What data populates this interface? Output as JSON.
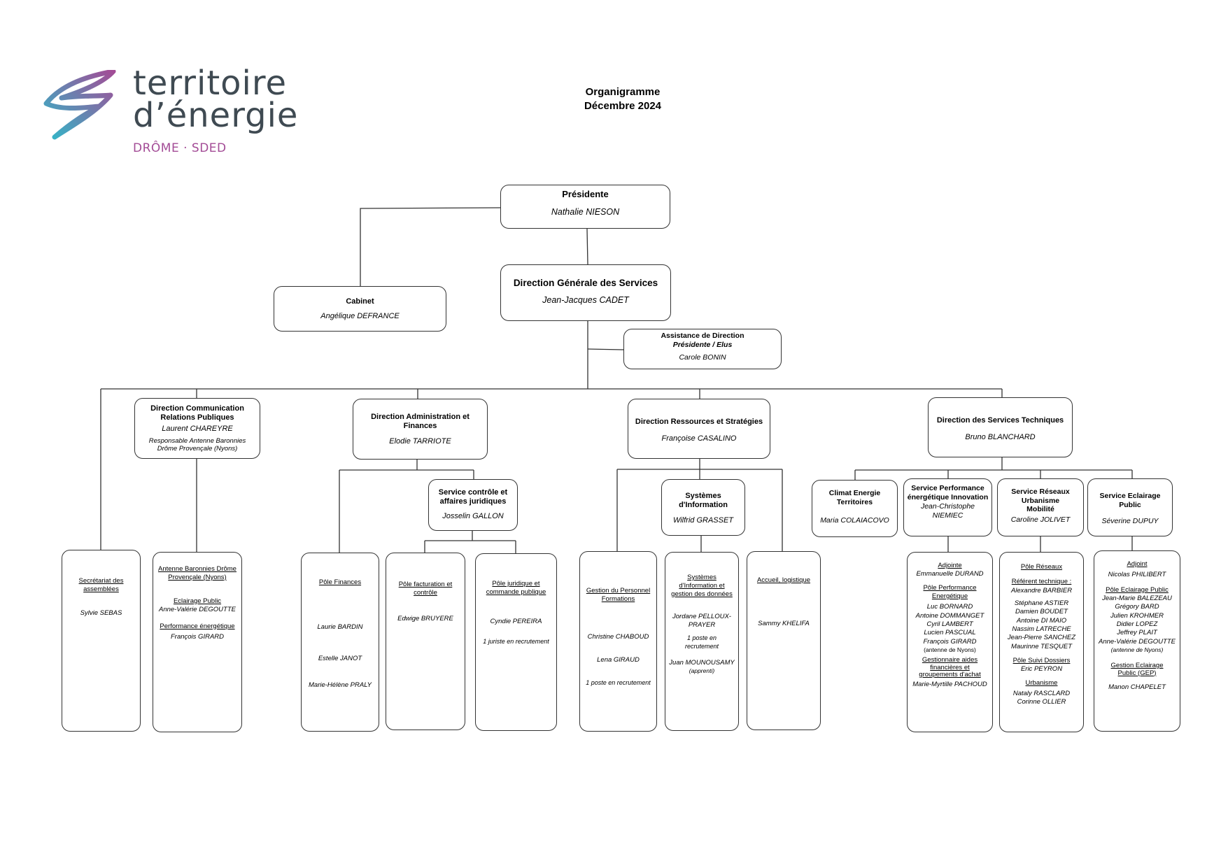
{
  "logo": {
    "line1": "territoire",
    "line2": "d’énergie",
    "sub": "DRÔME · SDED",
    "colors": {
      "text": "#3f4a52",
      "accent_purple": "#a34c96",
      "accent_teal": "#32b7c8"
    }
  },
  "header": {
    "title": "Organigramme",
    "date": "Décembre 2024"
  },
  "president": {
    "title": "Présidente",
    "name": "Nathalie NIESON"
  },
  "cabinet": {
    "title": "Cabinet",
    "name": "Angélique DEFRANCE"
  },
  "dgs": {
    "title": "Direction Générale des Services",
    "name": "Jean-Jacques CADET"
  },
  "assistance": {
    "title1": "Assistance de Direction",
    "title2": "Présidente / Elus",
    "name": "Carole BONIN"
  },
  "dir_comm": {
    "title": "Direction Communication Relations Publiques",
    "name": "Laurent CHAREYRE",
    "note": "Responsable Antenne Baronnies Drôme Provençale (Nyons)"
  },
  "dir_admin": {
    "title": "Direction Administration et Finances",
    "name": "Elodie TARRIOTE"
  },
  "dir_ress": {
    "title": "Direction Ressources et Stratégies",
    "name": "Françoise CASALINO"
  },
  "dir_tech": {
    "title": "Direction des Services Techniques",
    "name": "Bruno BLANCHARD"
  },
  "svc_juridique": {
    "title": "Service contrôle et affaires juridiques",
    "name": "Josselin GALLON"
  },
  "svc_si": {
    "title": "Systèmes d'Information",
    "name": "Wilfrid GRASSET"
  },
  "svc_climat": {
    "title": "Climat Energie Territoires",
    "name": "Maria COLAIACOVO"
  },
  "svc_perf": {
    "title": "Service Performance énergétique Innovation",
    "name": "Jean-Christophe NIEMIEC"
  },
  "svc_reseaux": {
    "title": "Service Réseaux Urbanisme Mobilité",
    "name": "Caroline JOLIVET"
  },
  "svc_eclairage": {
    "title": "Service Eclairage Public",
    "name": "Séverine DUPUY"
  },
  "col_secretariat": {
    "heading": "Secrétariat des assemblées",
    "name": "Sylvie SEBAS"
  },
  "col_antenne": {
    "heading": "Antenne Baronnies Drôme Provençale (Nyons)",
    "sub1": "Eclairage Public",
    "name1": "Anne-Valérie DEGOUTTE",
    "sub2": "Performance énergétique",
    "name2": "François GIRARD"
  },
  "col_finances": {
    "heading": "Pôle Finances",
    "names": [
      "Laurie BARDIN",
      "Estelle JANOT",
      "Marie-Hélène PRALY"
    ]
  },
  "col_facturation": {
    "heading": "Pôle facturation et contrôle",
    "name": "Edwige BRUYERE"
  },
  "col_commande": {
    "heading": "Pôle juridique et commande publique",
    "name": "Cyndie PEREIRA",
    "note": "1 juriste en recrutement"
  },
  "col_personnel": {
    "heading": "Gestion du Personnel Formations",
    "names": [
      "Christine CHABOUD",
      "Lena GIRAUD",
      "1 poste en recrutement"
    ]
  },
  "col_si": {
    "heading": "Systèmes d'Information et gestion des données",
    "name1": "Jordane PELLOUX-PRAYER",
    "note": "1 poste en recrutement",
    "name2": "Juan MOUNOUSAMY",
    "name2_note": "(apprenti)"
  },
  "col_accueil": {
    "heading": "Accueil, logistique",
    "name": "Sammy KHELIFA"
  },
  "col_perf": {
    "h1": "Adjointe",
    "adjointe": "Emmanuelle DURAND",
    "h2": "Pôle Performance Energétique",
    "names": [
      "Luc BORNARD",
      "Antoine DOMMANGET",
      "Cyril LAMBERT",
      "Lucien PASCUAL",
      "François GIRARD"
    ],
    "antenne": "(antenne de Nyons)",
    "h3": "Gestionnaire aides financières et groupements d'achat",
    "gest": "Marie-Myrtille PACHOUD"
  },
  "col_reseaux": {
    "h1": "Pôle Réseaux",
    "h2": "Référent technique :",
    "referent": "Alexandre BARBIER",
    "names": [
      "Stéphane ASTIER",
      "Damien BOUDET",
      "Antoine DI MAIO",
      "Nassim LATRECHE",
      "Jean-Pierre SANCHEZ",
      "Maurinne TESQUET"
    ],
    "h3": "Pôle Suivi Dossiers",
    "suivi": "Eric PEYRON",
    "h4": "Urbanisme",
    "urba": [
      "Nataly RASCLARD",
      "Corinne OLLIER"
    ]
  },
  "col_eclairage": {
    "h1": "Adjoint",
    "adjoint": "Nicolas PHILIBERT",
    "h2": "Pôle Eclairage Public",
    "names": [
      "Jean-Marie BALEZEAU",
      "Grégory BARD",
      "Julien KROHMER",
      "Didier LOPEZ",
      "Jeffrey PLAIT",
      "Anne-Valérie DEGOUTTE"
    ],
    "antenne": "(antenne de Nyons)",
    "h3": "Gestion Eclairage Public (GEP)",
    "gep": "Manon CHAPELET"
  }
}
